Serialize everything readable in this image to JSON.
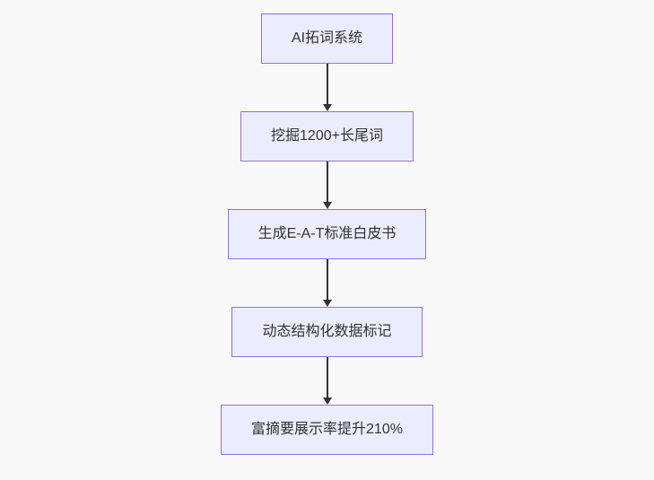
{
  "diagram": {
    "type": "flowchart",
    "direction": "top-down",
    "nodes": [
      {
        "id": "A",
        "label": "AI拓词系统"
      },
      {
        "id": "B",
        "label": "挖掘1200+长尾词"
      },
      {
        "id": "C",
        "label": "生成E-A-T标准白皮书"
      },
      {
        "id": "D",
        "label": "动态结构化数据标记"
      },
      {
        "id": "E",
        "label": "富摘要展示率提升210%"
      }
    ],
    "edges": [
      {
        "from": "A",
        "to": "B"
      },
      {
        "from": "B",
        "to": "C"
      },
      {
        "from": "C",
        "to": "D"
      },
      {
        "from": "D",
        "to": "E"
      }
    ],
    "colors": {
      "node_fill": "#ECECFF",
      "node_border": "#9370DB",
      "node_text": "#333333",
      "arrow": "#333333",
      "background": "#f9f9f9"
    }
  }
}
